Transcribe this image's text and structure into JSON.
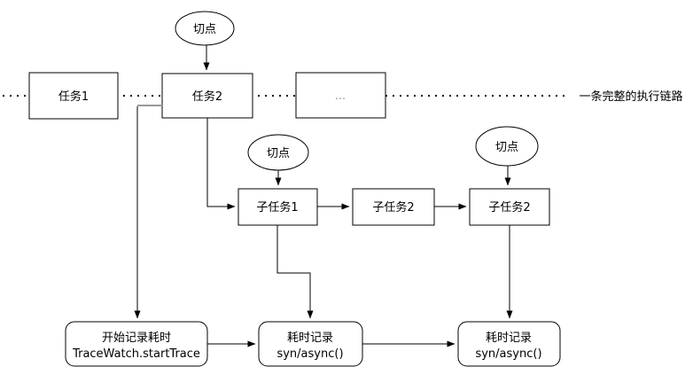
{
  "diagram": {
    "annotation": "一条完整的执行链路",
    "pointcuts": [
      "切点",
      "切点",
      "切点"
    ],
    "tasks": {
      "task1": "任务1",
      "task2": "任务2",
      "task_ellipsis": "...",
      "subtask1": "子任务1",
      "subtask2": "子任务2",
      "subtask3": "子任务2"
    },
    "trace": {
      "start_line1": "开始记录耗时",
      "start_line2": "TraceWatch.startTrace",
      "record1_line1": "耗时记录",
      "record1_line2": "syn/async()",
      "record2_line1": "耗时记录",
      "record2_line2": "syn/async()"
    },
    "colors": {
      "stroke": "#000000",
      "fill": "#ffffff",
      "muted_text": "#999999",
      "gray_connector": "#999999"
    }
  }
}
